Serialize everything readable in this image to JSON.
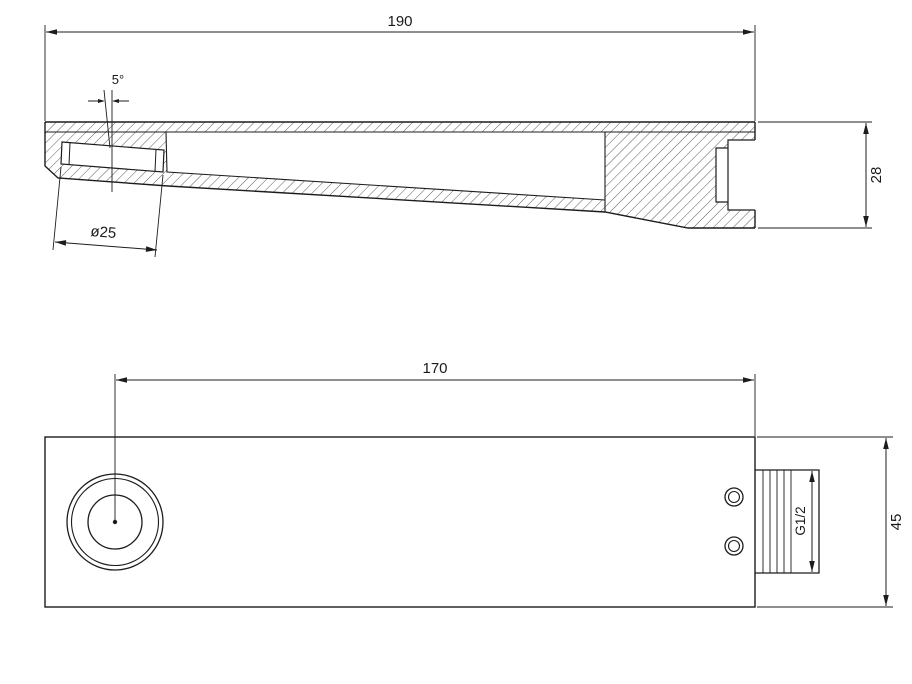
{
  "drawing": {
    "section_view": {
      "overall_length": "190",
      "spout_angle": "5°",
      "outlet_diameter": "ø25",
      "end_height": "28"
    },
    "plan_view": {
      "outlet_to_end": "170",
      "body_width": "45",
      "thread_size": "G1/2"
    }
  }
}
